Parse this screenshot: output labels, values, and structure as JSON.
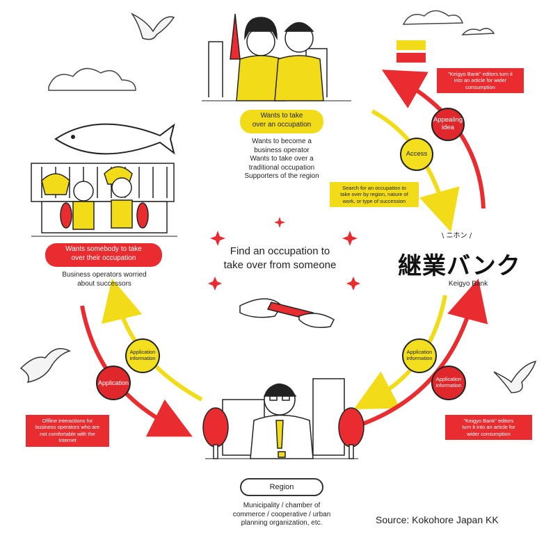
{
  "center": {
    "title_line1": "Find an occupation to",
    "title_line2": "take over from someone"
  },
  "top": {
    "pill_line1": "Wants to take",
    "pill_line2": "over an occupation",
    "desc": [
      "Wants to become a",
      "business operator",
      "Wants to take over a",
      "traditional occupation",
      "Supporters of the region"
    ]
  },
  "left": {
    "pill_line1": "Wants somebody to take",
    "pill_line2": "over their occupation",
    "desc": [
      "Business operators worried",
      "about successors"
    ]
  },
  "bottom": {
    "pill": "Region",
    "desc": [
      "Municipality / chamber of",
      "commerce / cooperative / urban",
      "planning organization, etc."
    ]
  },
  "logo": {
    "sub": "\\ ニホン /",
    "main": "継業バンク",
    "caption": "Keigyo Bank"
  },
  "nodes": {
    "appealing": [
      "Appealing",
      "idea"
    ],
    "access": "Access",
    "app_info_left": [
      "Application",
      "information"
    ],
    "application": "Application",
    "app_info_right_yellow": [
      "Application",
      "information"
    ],
    "app_info_right_red": [
      "Application",
      "information"
    ]
  },
  "callouts": {
    "top_right": [
      "\"Keigyo Bank\" editors turn it",
      "into an article for wider",
      "consumption"
    ],
    "search": [
      "Search for an occupation to",
      "take over by region, nature of",
      "work, or type of succession"
    ],
    "offline": [
      "Offline interactions for",
      "business operators who are",
      "not comfortable with the",
      "Internet"
    ],
    "bottom_right": [
      "\"Keigyo Bank\" editors",
      "turn it into an article for",
      "wider consumption"
    ]
  },
  "source": "Source: Kokohore Japan KK",
  "colors": {
    "red": "#e82c2f",
    "yellow": "#f2dc19",
    "ink": "#222222"
  }
}
